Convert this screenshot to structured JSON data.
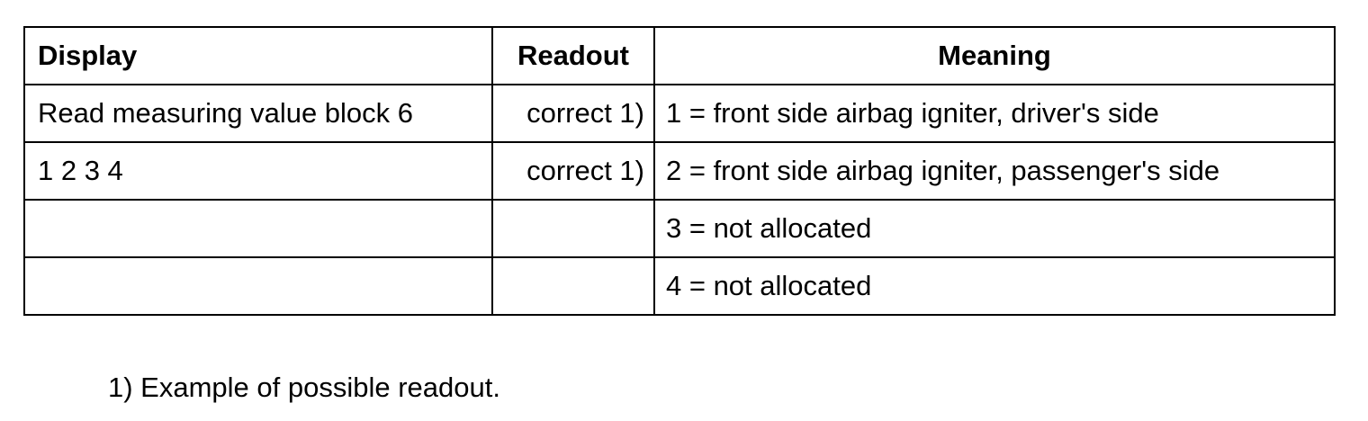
{
  "table": {
    "headers": {
      "display": "Display",
      "readout": "Readout",
      "meaning": "Meaning"
    },
    "rows": [
      {
        "display": "Read measuring value block 6",
        "readout": "correct 1)",
        "meaning": "1 = front side airbag igniter, driver's side"
      },
      {
        "display": "1 2 3 4",
        "readout": "correct 1)",
        "meaning": "2 = front side airbag igniter, passenger's side"
      },
      {
        "display": "",
        "readout": "",
        "meaning": "3 = not allocated"
      },
      {
        "display": "",
        "readout": "",
        "meaning": "4 = not allocated"
      }
    ]
  },
  "footnote": "1) Example of possible readout."
}
